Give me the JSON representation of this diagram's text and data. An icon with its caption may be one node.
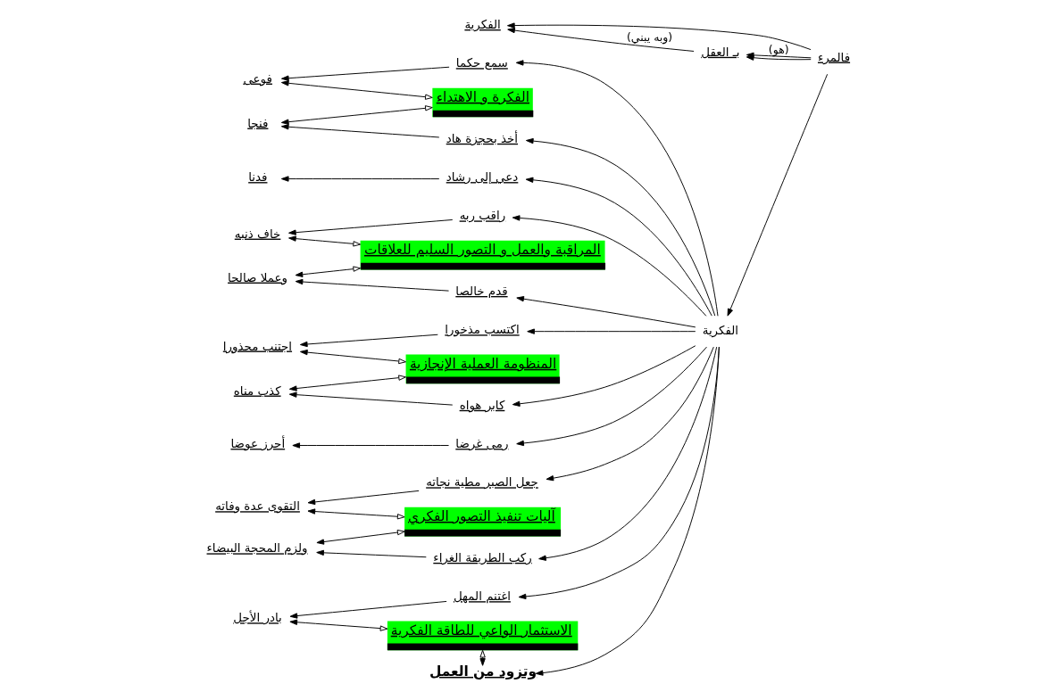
{
  "diagram": {
    "nodes": [
      {
        "text": [
          "فالمرء"
        ]
      },
      {
        "text": [
          "بـ العقل"
        ]
      },
      {
        "text": [
          "الفكرية"
        ]
      },
      {
        "text": [
          "الفكرية"
        ]
      },
      {
        "text": [
          "سمع حكما"
        ]
      },
      {
        "text": [
          "دعي إلى رشاد"
        ]
      },
      {
        "text": [
          "أخذ بحجزة هاد"
        ]
      },
      {
        "text": [
          "راقب ربه"
        ]
      },
      {
        "text": [
          "قدم خالصا"
        ]
      },
      {
        "text": [
          "اكتسب مذخورا"
        ]
      },
      {
        "text": [
          "رمى غرضا"
        ]
      },
      {
        "text": [
          "كابر هواه"
        ]
      },
      {
        "text": [
          "جعل الصبر مطية نجاته"
        ]
      },
      {
        "text": [
          "ركب الطريقة الغراء"
        ]
      },
      {
        "text": [
          "اغتنم المهل"
        ]
      },
      {
        "text": [
          "فوعى"
        ]
      },
      {
        "text": [
          "فدنا"
        ]
      },
      {
        "text": [
          "فنجا"
        ]
      },
      {
        "text": [
          "خاف ذنبه"
        ]
      },
      {
        "text": [
          "وعملا صالحا"
        ]
      },
      {
        "text": [
          "اجتنب محذورا"
        ]
      },
      {
        "text": [
          "أحرز عوضا"
        ]
      },
      {
        "text": [
          "كذب مناه"
        ]
      },
      {
        "text": [
          "التقوى عدة وفاته"
        ]
      },
      {
        "text": [
          "ولزم المحجة البيضاء"
        ]
      },
      {
        "text": [
          "بادر الأجل"
        ]
      },
      {
        "text": [
          "الفكرة و الاهتداء"
        ]
      },
      {
        "text": [
          "المراقبة والعمل و التصور السليم للعلاقات"
        ]
      },
      {
        "text": [
          "المنظومة العملية الإنجازية"
        ]
      },
      {
        "text": [
          "آليات تنفيذ التصور الفكري"
        ]
      },
      {
        "text": [
          "الاستثمار الواعي للطاقة الفكرية"
        ]
      },
      {
        "text": [
          "وتزود من العمل"
        ]
      }
    ],
    "edges": [
      {
        "from": 0,
        "to": 1,
        "arrow": "to",
        "label": "(هو)"
      },
      {
        "from": 1,
        "to": 2,
        "arrow": "to",
        "label": "(وبه يبني)"
      },
      {
        "from": 0,
        "to": 1,
        "arrow": "to"
      },
      {
        "from": 0,
        "to": 2,
        "arrow": "to"
      },
      {
        "from": 0,
        "to": 3,
        "arrow": "to"
      },
      {
        "from": 3,
        "to": 4,
        "arrow": "to"
      },
      {
        "from": 3,
        "to": 5,
        "arrow": "to"
      },
      {
        "from": 3,
        "to": 6,
        "arrow": "to"
      },
      {
        "from": 3,
        "to": 7,
        "arrow": "to"
      },
      {
        "from": 3,
        "to": 8,
        "arrow": "to"
      },
      {
        "from": 3,
        "to": 9,
        "arrow": "to"
      },
      {
        "from": 3,
        "to": 10,
        "arrow": "to"
      },
      {
        "from": 3,
        "to": 11,
        "arrow": "to"
      },
      {
        "from": 3,
        "to": 12,
        "arrow": "to"
      },
      {
        "from": 3,
        "to": 13,
        "arrow": "to"
      },
      {
        "from": 3,
        "to": 14,
        "arrow": "to"
      },
      {
        "from": 3,
        "to": 31,
        "arrow": "to"
      },
      {
        "from": 4,
        "to": 15,
        "arrow": "to"
      },
      {
        "from": 5,
        "to": 16,
        "arrow": "to"
      },
      {
        "from": 6,
        "to": 17,
        "arrow": "to"
      },
      {
        "from": 7,
        "to": 18,
        "arrow": "to"
      },
      {
        "from": 8,
        "to": 19,
        "arrow": "to"
      },
      {
        "from": 9,
        "to": 20,
        "arrow": "to"
      },
      {
        "from": 10,
        "to": 21,
        "arrow": "to"
      },
      {
        "from": 11,
        "to": 22,
        "arrow": "to"
      },
      {
        "from": 12,
        "to": 23,
        "arrow": "to"
      },
      {
        "from": 13,
        "to": 24,
        "arrow": "to"
      },
      {
        "from": 14,
        "to": 25,
        "arrow": "to"
      },
      {
        "from": 26,
        "to": 15,
        "arrow": "both"
      },
      {
        "from": 26,
        "to": 17,
        "arrow": "both"
      },
      {
        "from": 27,
        "to": 18,
        "arrow": "both"
      },
      {
        "from": 27,
        "to": 19,
        "arrow": "both"
      },
      {
        "from": 28,
        "to": 20,
        "arrow": "both"
      },
      {
        "from": 28,
        "to": 22,
        "arrow": "both"
      },
      {
        "from": 29,
        "to": 23,
        "arrow": "both"
      },
      {
        "from": 29,
        "to": 24,
        "arrow": "both"
      },
      {
        "from": 30,
        "to": 25,
        "arrow": "both"
      },
      {
        "from": 30,
        "to": 31,
        "arrow": "both"
      }
    ]
  }
}
